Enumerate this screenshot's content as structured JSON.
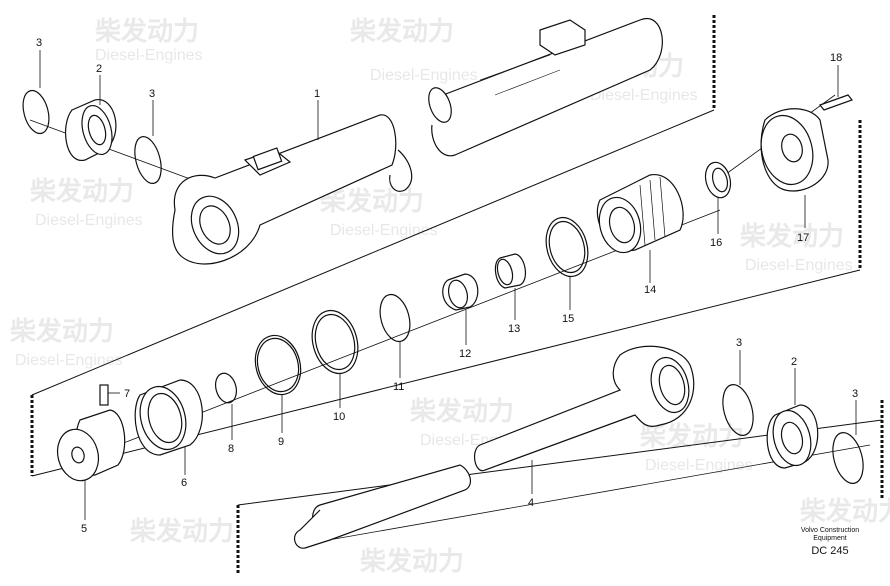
{
  "watermark": {
    "cn": "柴发动力",
    "en": "Diesel-Engines"
  },
  "callouts": {
    "c1": "1",
    "c2a": "2",
    "c2b": "2",
    "c3a": "3",
    "c3b": "3",
    "c3c": "3",
    "c3d": "3",
    "c4": "4",
    "c5": "5",
    "c6": "6",
    "c7": "7",
    "c8": "8",
    "c9": "9",
    "c10": "10",
    "c11": "11",
    "c12": "12",
    "c13": "13",
    "c14": "14",
    "c15": "15",
    "c16": "16",
    "c17": "17",
    "c18": "18"
  },
  "caption": {
    "line1": "Volvo Construction",
    "line2": "Equipment",
    "code": "DC 245"
  }
}
